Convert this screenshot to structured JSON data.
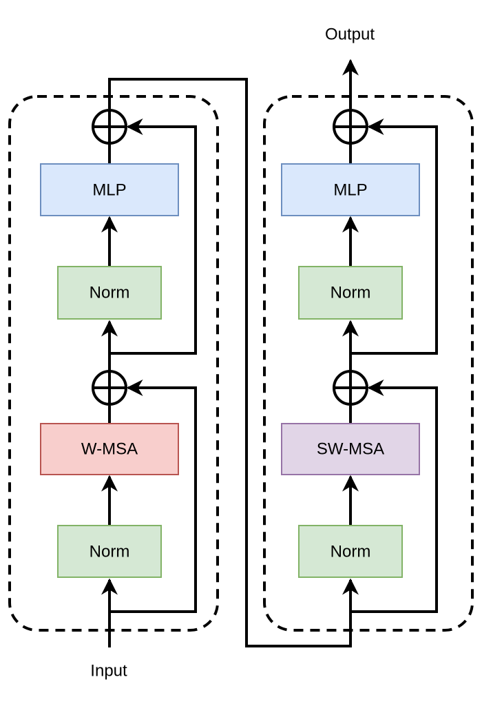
{
  "io": {
    "input_label": "Input",
    "output_label": "Output"
  },
  "left_block": {
    "norm_bottom": "Norm",
    "attention": "W-MSA",
    "norm_top": "Norm",
    "mlp": "MLP"
  },
  "right_block": {
    "norm_bottom": "Norm",
    "attention": "SW-MSA",
    "norm_top": "Norm",
    "mlp": "MLP"
  },
  "colors": {
    "mlp_fill": "#dae8fc",
    "mlp_stroke": "#6c8ebf",
    "norm_fill": "#d5e8d4",
    "norm_stroke": "#82b366",
    "wmsa_fill": "#f8cecc",
    "wmsa_stroke": "#b85450",
    "swmsa_fill": "#e1d5e7",
    "swmsa_stroke": "#9673a6"
  }
}
